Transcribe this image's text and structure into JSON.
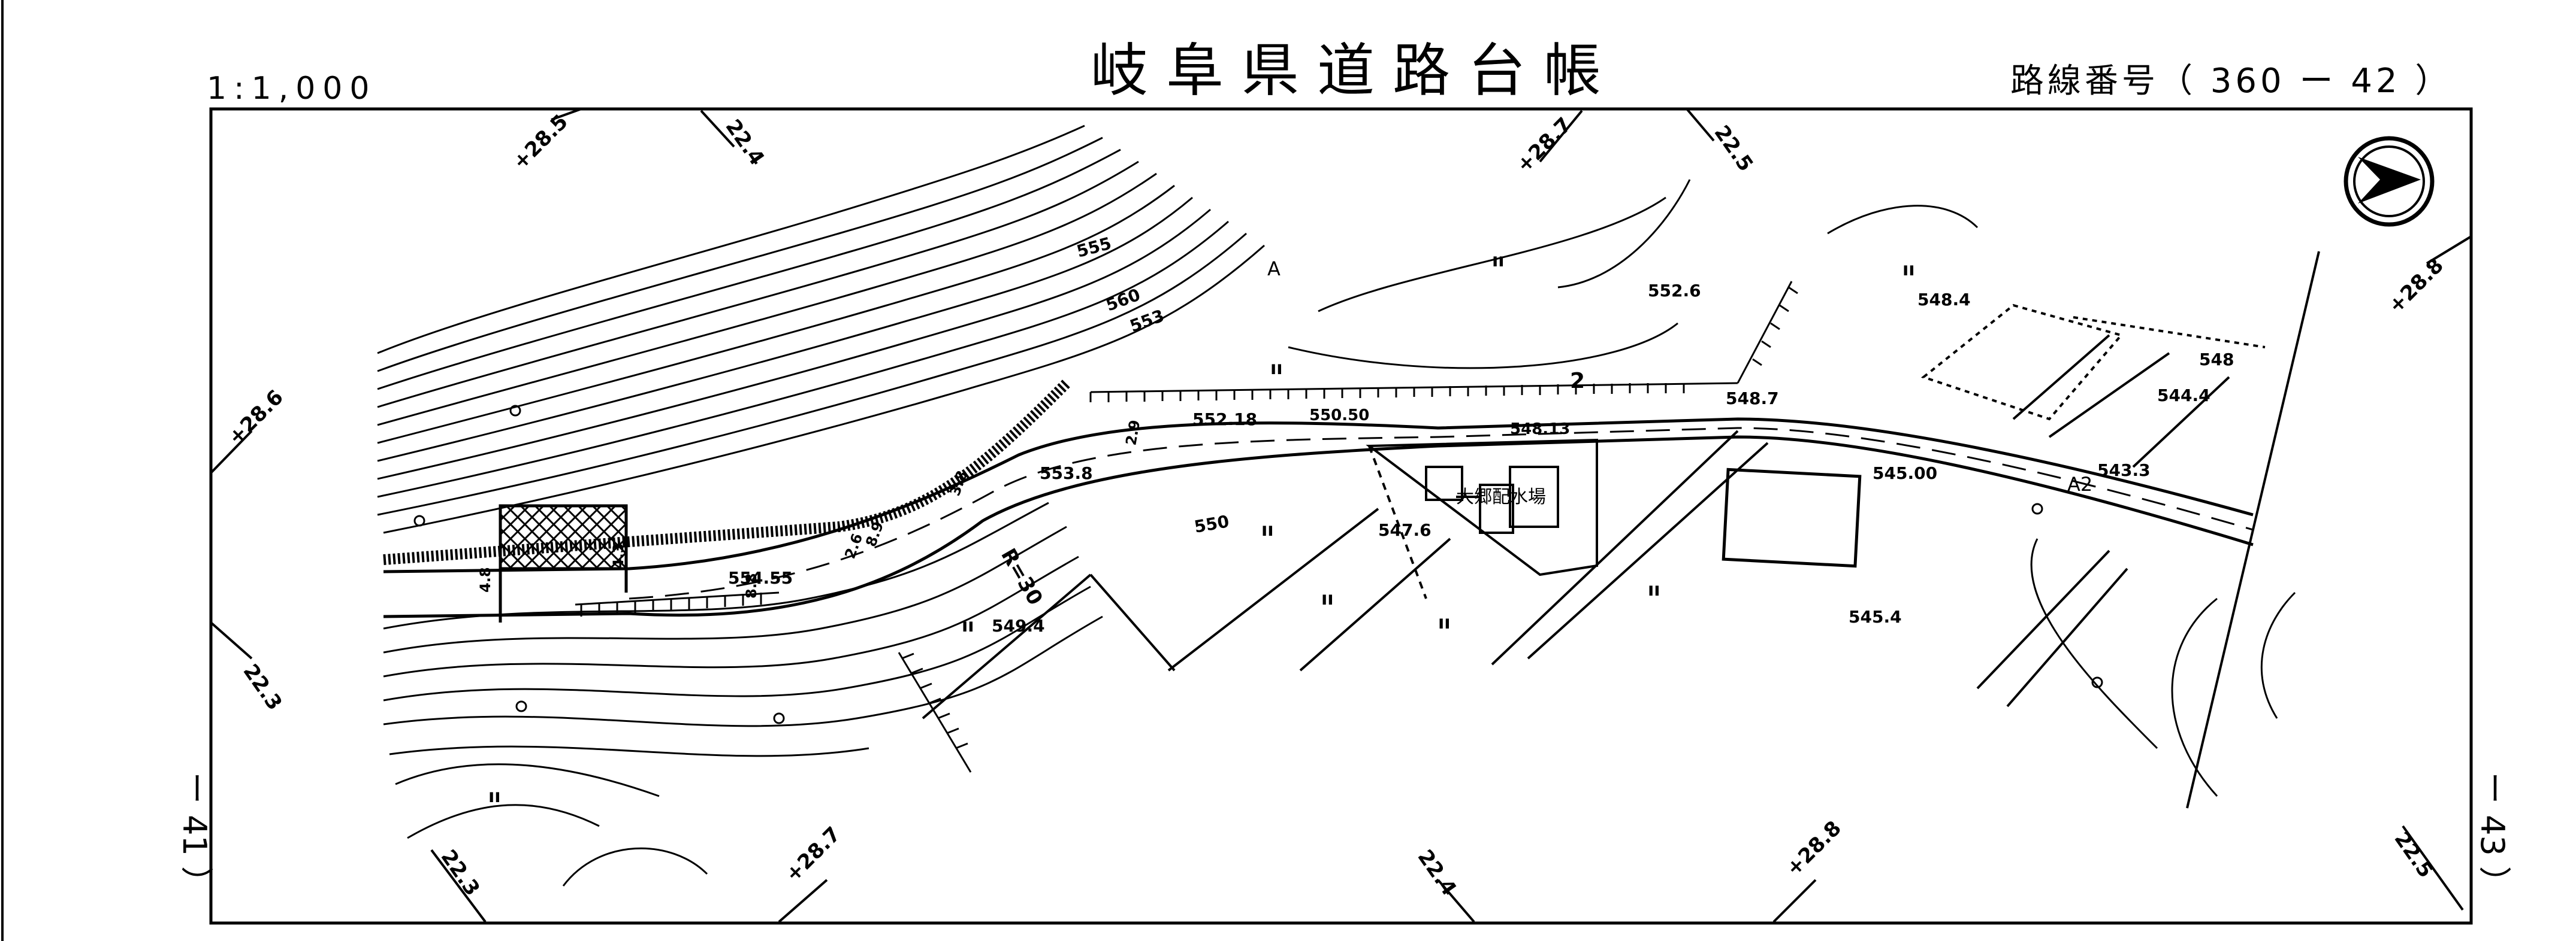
{
  "header": {
    "title": "岐阜県道路台帳",
    "scale": "1:1,000",
    "route_number": "路線番号（ 360 ー 42 ）"
  },
  "side_labels": {
    "left": "ー 41 ）",
    "right": "ー 43 ）"
  },
  "map": {
    "facility_label": "大郷配水場",
    "station_labels": [
      "+28.5",
      "+28.6",
      "+28.7",
      "+28.8",
      "+28.7",
      "+28.8"
    ],
    "offset_labels": [
      "22.4",
      "22.5",
      "22.3",
      "22.3",
      "22.4",
      "22.5"
    ],
    "elevation_labels": [
      "552.6",
      "548.4",
      "552.18",
      "550.50",
      "548.13",
      "548.7",
      "544.4",
      "545.00",
      "543.3",
      "547.6",
      "553.8",
      "554.55",
      "549.4",
      "545.4",
      "555",
      "560",
      "553",
      "550",
      "548"
    ],
    "dimension_labels": [
      "4.8",
      "4.3",
      "8.8",
      "2.6",
      "8.9",
      "3.8",
      "2.9",
      "R=30",
      "2"
    ],
    "line_labels": [
      "A",
      "A2"
    ],
    "land_marks": [
      "ıı",
      "ıı",
      "ıı",
      "ıı",
      "ıı",
      "ıı",
      "ıı",
      "ıı",
      "ıı"
    ]
  },
  "colors": {
    "ink": "#000000",
    "paper": "#ffffff"
  }
}
